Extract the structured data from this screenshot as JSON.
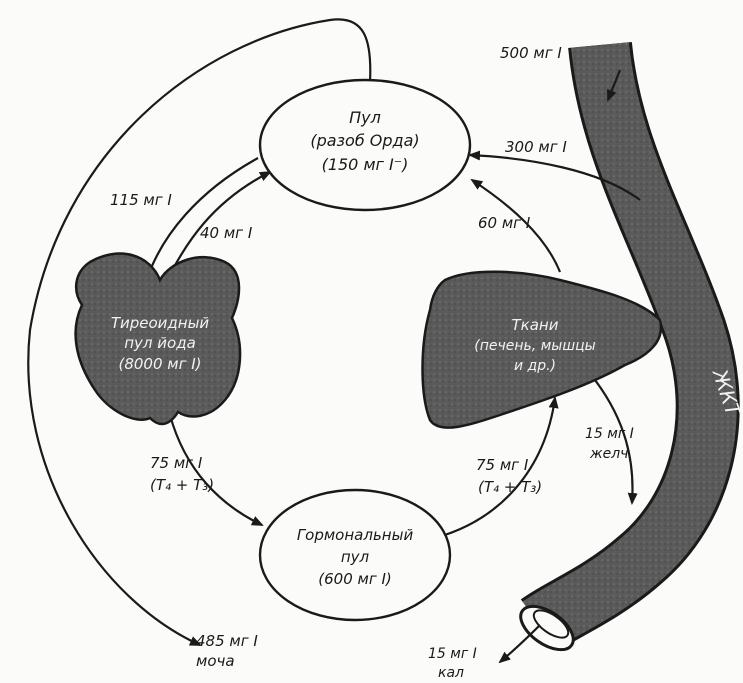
{
  "nodes": {
    "plasma_pool": {
      "lines": [
        "Пул",
        "(разоб Орда)",
        "(150 мг I⁻)"
      ]
    },
    "thyroid_pool": {
      "lines": [
        "Тиреоидный",
        "пул йода",
        "(8000 мг I)"
      ]
    },
    "hormonal_pool": {
      "lines": [
        "Гормональный",
        "пул",
        "(600 мг I)"
      ]
    },
    "tissues": {
      "lines": [
        "Ткани",
        "(печень, мышцы",
        "и др.)"
      ]
    },
    "intestine": {
      "label": "ЖКТ"
    }
  },
  "flows": {
    "intake": "500 мг I",
    "intestine_to_pool": "300 мг I",
    "pool_to_thyroid": "115 мг I",
    "thyroid_to_pool": "40 мг I",
    "tissues_to_pool": "60 мг I",
    "thyroid_to_hormonal": [
      "75 мг I",
      "(T₄ + T₃)"
    ],
    "hormonal_to_tissues": [
      "75 мг I",
      "(T₄ + T₃)"
    ],
    "tissues_to_bile": [
      "15 мг I",
      "желч"
    ],
    "urine": [
      "485 мг I",
      "моча"
    ],
    "feces": [
      "15 мг I",
      "кал"
    ]
  },
  "colors": {
    "ink": "#1a1a1a",
    "organ_fill": "#5a5a5a",
    "paper": "#fbfbf9"
  }
}
